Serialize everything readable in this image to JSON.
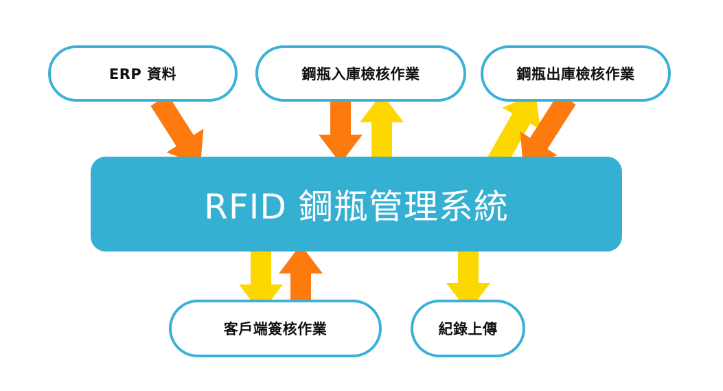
{
  "diagram": {
    "center_label": "RFID 鋼瓶管理系統",
    "nodes": {
      "erp": "ERP 資料",
      "inbound": "鋼瓶入庫檢核作業",
      "outbound": "鋼瓶出庫檢核作業",
      "customer": "客戶端簽核作業",
      "upload": "紀錄上傳"
    },
    "colors": {
      "accent": "#35b0d2",
      "border": "#3cb1d6",
      "arrow_orange": "#fc7a0e",
      "arrow_yellow": "#fcd800"
    }
  }
}
